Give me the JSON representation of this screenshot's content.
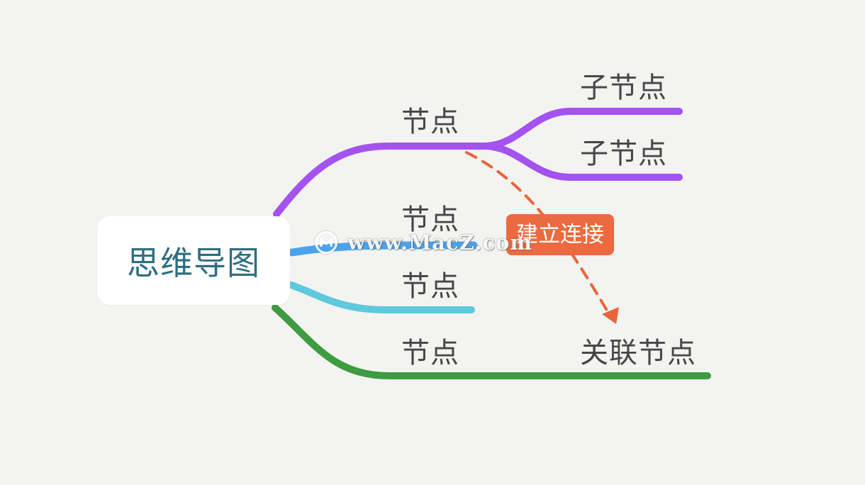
{
  "central_topic": {
    "label": "思维导图",
    "text_color": "#2e6e80",
    "background": "#ffffff"
  },
  "branches": [
    {
      "label": "节点",
      "color": "#a452f0",
      "children": [
        {
          "label": "子节点"
        },
        {
          "label": "子节点"
        }
      ]
    },
    {
      "label": "节点",
      "color": "#4ba3ee"
    },
    {
      "label": "节点",
      "color": "#5ec8dc"
    },
    {
      "label": "节点",
      "color": "#3e9b40",
      "children": [
        {
          "label": "关联节点"
        }
      ]
    }
  ],
  "relationship": {
    "label": "建立连接",
    "line_color": "#e8653b",
    "box_color": "#ec6a40"
  },
  "watermark": {
    "text": "www.MacZ.com"
  },
  "colors": {
    "background": "#f3f4f1",
    "label_text": "#474747"
  }
}
